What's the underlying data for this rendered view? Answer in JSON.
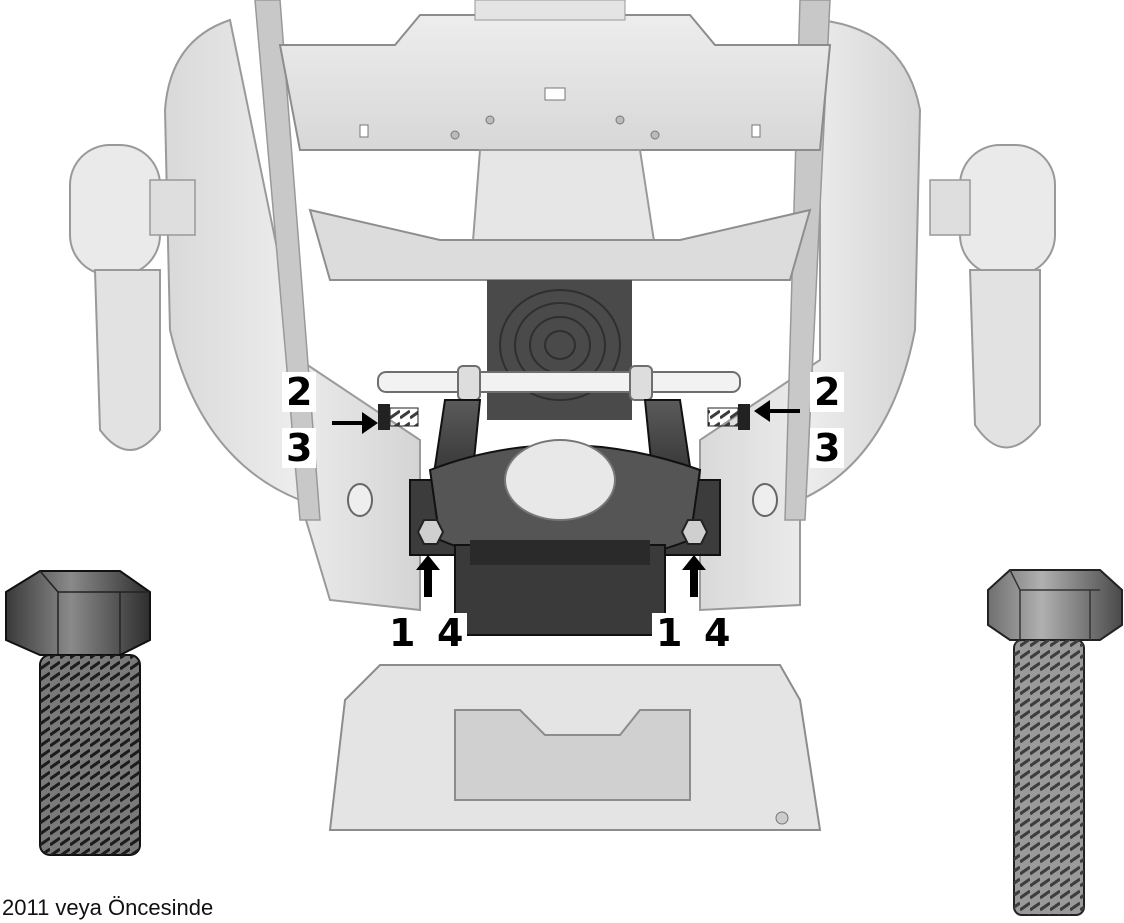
{
  "callouts": {
    "left_2": "2",
    "left_3": "3",
    "right_2": "2",
    "right_3": "3",
    "left_1": "1",
    "left_4": "4",
    "right_1": "1",
    "right_4": "4"
  },
  "caption": "2011 veya Öncesinde"
}
